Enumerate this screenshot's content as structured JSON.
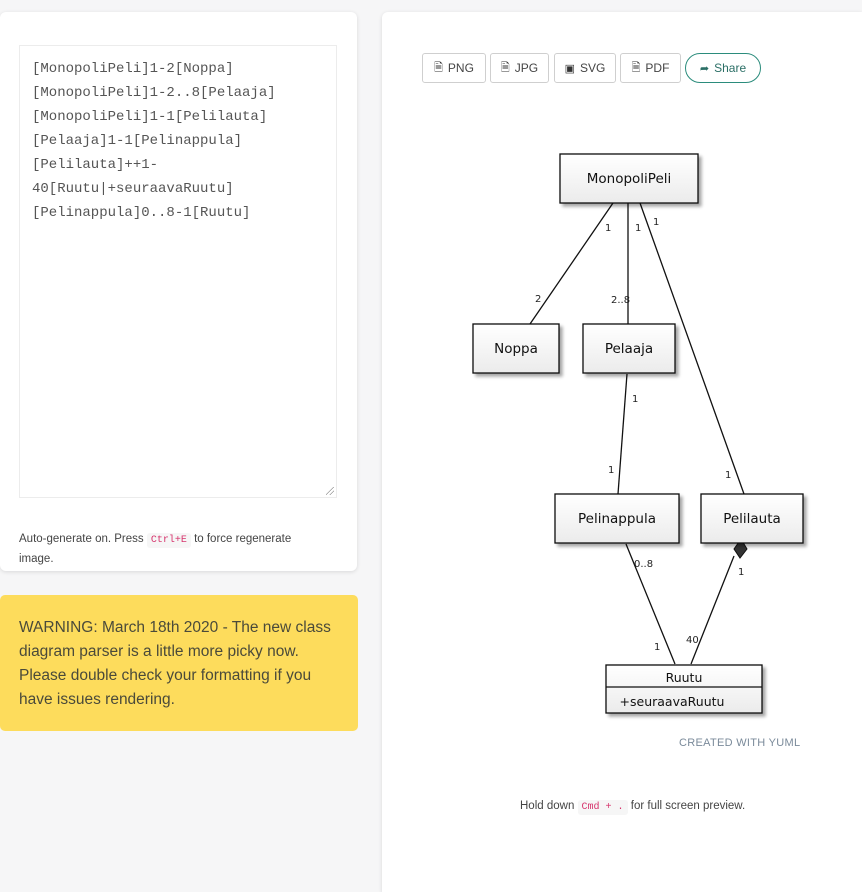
{
  "editor": {
    "lines": [
      "[MonopoliPeli]1-2[Noppa]",
      "[MonopoliPeli]1-2..8[Pelaaja]",
      "[MonopoliPeli]1-1[Pelilauta]",
      "[Pelaaja]1-1[Pelinappula]",
      "[Pelilauta]++1-",
      "40[Ruutu|+seuraavaRuutu]",
      "[Pelinappula]0..8-1[Ruutu]"
    ]
  },
  "autogen": {
    "prefix": "Auto-generate on. Press ",
    "shortcut": "Ctrl+E",
    "suffix": " to force regenerate image."
  },
  "warning": {
    "text": "WARNING: March 18th 2020 - The new class diagram parser is a little more picky now. Please double check your formatting if you have issues rendering."
  },
  "toolbar": {
    "png": "PNG",
    "jpg": "JPG",
    "svg": "SVG",
    "pdf": "PDF",
    "share": "Share"
  },
  "diagram": {
    "classes": {
      "monopolipeli": "MonopoliPeli",
      "noppa": "Noppa",
      "pelaaja": "Pelaaja",
      "pelinappula": "Pelinappula",
      "pelilauta": "Pelilauta",
      "ruutu": "Ruutu",
      "ruutu_attr": "+seuraavaRuutu"
    },
    "labels": {
      "mp_noppa_src": "1",
      "mp_noppa_dst": "2",
      "mp_pelaaja_src": "1",
      "mp_pelaaja_dst": "2..8",
      "mp_pelilauta_src": "1",
      "mp_pelilauta_dst": "1",
      "pelaaja_src": "1",
      "pelinappula_dst": "1",
      "pelinappula_ruutu_src": "0..8",
      "pelinappula_ruutu_dst": "1",
      "pelilauta_ruutu_src": "1",
      "pelilauta_ruutu_dst": "40"
    }
  },
  "footer": {
    "created": "CREATED WITH YUML",
    "hold_prefix": "Hold down ",
    "hold_key": "Cmd + .",
    "hold_suffix": " for full screen preview."
  }
}
